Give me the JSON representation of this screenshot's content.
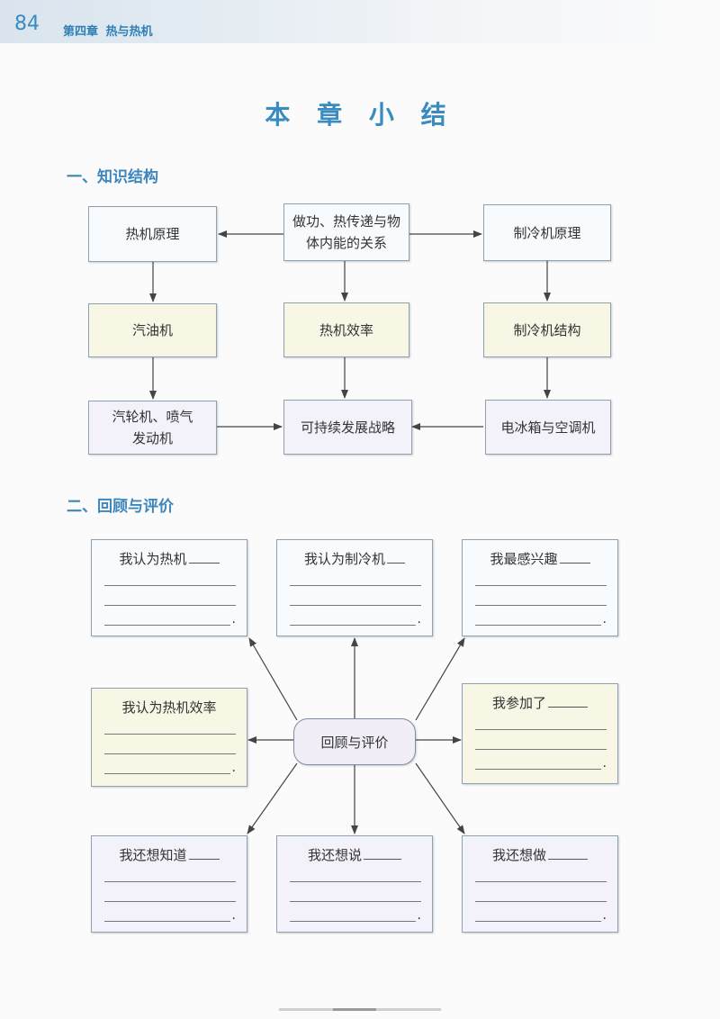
{
  "header": {
    "page_number": "84",
    "chapter": "第四章  热与热机"
  },
  "title": "本 章 小 结",
  "sections": {
    "structure": "一、知识结构",
    "review": "二、回顾与评价"
  },
  "structure": {
    "top_center": "做功、热传递与物体内能的关系",
    "left_top": "热机原理",
    "right_top": "制冷机原理",
    "left_mid": "汽油机",
    "center_mid": "热机效率",
    "right_mid": "制冷机结构",
    "left_bottom": "汽轮机、喷气发动机",
    "center_bottom": "可持续发展战略",
    "right_bottom": "电冰箱与空调机"
  },
  "review": {
    "center": "回顾与评价",
    "prompts": {
      "top_left": "我认为热机",
      "top_center": "我认为制冷机",
      "top_right": "我最感兴趣",
      "mid_left": "我认为热机效率",
      "mid_right": "我参加了",
      "bottom_left": "我还想知道",
      "bottom_center": "我还想说",
      "bottom_right": "我还想做"
    },
    "end_mark": "."
  },
  "colors": {
    "accent": "#3a8bc0",
    "box_border": "#8fa2b4",
    "yellow_fill": "#f8f6e4",
    "lavender_fill": "#f3f1f9"
  }
}
